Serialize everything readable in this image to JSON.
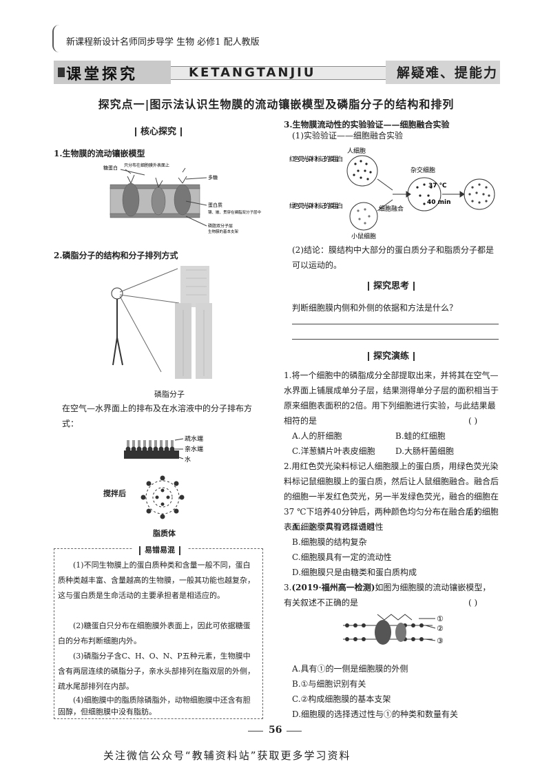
{
  "header": {
    "series_title": "新课程新设计名师同步导学 生物 必修1 配人教版",
    "band_title": "课堂探究",
    "band_latin": "KETANGTANJIU",
    "band_right": "解疑难、提能力"
  },
  "section": {
    "title": "探究点一|图示法认识生物膜的流动镶嵌模型及磷脂分子的结构和排列"
  },
  "left": {
    "core_title": "核心探究",
    "item1_title": "1.生物膜的流动镶嵌模型",
    "membrane_labels": [
      "糖蛋白",
      "只分布在细胞膜外表面上",
      "多糖",
      "蛋白质",
      "镶、嵌、贯穿在磷脂双分子层中",
      "磷脂双分子层",
      "生物膜的基本支架"
    ],
    "item2_title": "2.磷脂分子的结构和分子排列方式",
    "phospholipid_caption": "磷脂分子",
    "arrangement_text": "在空气—水界面上的排布及在水溶液中的分子排布方式：",
    "layer_labels": [
      "疏水端",
      "亲水端",
      "水"
    ],
    "stir_label": "搅拌后",
    "liposome_caption": "脂质体",
    "errors_title": "易错易混",
    "errors": [
      "(1)不同生物膜上的蛋白质种类和含量一般不同，蛋白质种类越丰富、含量越高的生物膜，一般其功能也越复杂，这与蛋白质是生命活动的主要承担者是相适应的。",
      "(2)糖蛋白只分布在细胞膜外表面上，因此可依据糖蛋白的分布判断细胞内外。",
      "(3)磷脂分子含C、H、O、N、P五种元素，生物膜中含有两层连续的磷脂分子，亲水头部排列在脂双层的外侧，疏水尾部排列在内部。",
      "(4)细胞膜中的脂质除磷脂外，动物细胞膜中还含有胆固醇，但细胞膜中没有脂肪。"
    ]
  },
  "right": {
    "item3_title": "3.生物膜流动性的实验验证——细胞融合实验",
    "exp_title": "(1)实验验证——细胞融合实验",
    "fig_labels": {
      "human_cell": "人细胞",
      "red_label": "红色荧光染料标记的膜蛋白",
      "hybrid": "杂交细胞",
      "temp": "37 ℃",
      "time": "40 min",
      "green_label": "绿色荧光染料标记的膜蛋白",
      "fusion": "细胞融合",
      "mouse_cell": "小鼠细胞"
    },
    "conclusion": "(2)结论：膜结构中大部分的蛋白质分子和脂质分子都是可以运动的。",
    "think_title": "探究思考",
    "think_question": "判断细胞膜内侧和外侧的依据和方法是什么？",
    "practice_title": "探究演练",
    "q1": {
      "stem": "1.将一个细胞中的磷脂成分全部提取出来，并将其在空气—水界面上铺展成单分子层，结果测得单分子层的面积相当于原来细胞表面积的2倍。用下列细胞进行实验，与此结果最相符的是",
      "paren": "(    )",
      "options": [
        "A.人的肝细胞",
        "B.蛙的红细胞",
        "C.洋葱鳞片叶表皮细胞",
        "D.大肠杆菌细胞"
      ]
    },
    "q2": {
      "stem": "2.用红色荧光染料标记人细胞膜上的蛋白质，用绿色荧光染料标记鼠细胞膜上的蛋白质，然后让人鼠细胞融合。融合后的细胞一半发红色荧光，另一半发绿色荧光，融合的细胞在37 ℃下培养40分钟后，两种颜色均匀分布在融合后的细胞表面。这个实验可以说明",
      "paren": "(    )",
      "options": [
        "A.细胞膜具有选择透过性",
        "B.细胞膜的结构复杂",
        "C.细胞膜具有一定的流动性",
        "D.细胞膜只是由糖类和蛋白质构成"
      ]
    },
    "q3": {
      "stem_prefix": "3.",
      "source": "(2019·福州高一检测)",
      "stem": "如图为细胞膜的流动镶嵌模型，有关叙述不正确的是",
      "paren": "(    )",
      "markers": [
        "①",
        "②",
        "③"
      ],
      "options": [
        "A.具有①的一侧是细胞膜的外侧",
        "B.①与细胞识别有关",
        "C.②构成细胞膜的基本支架",
        "D.细胞膜的选择透过性与①的种类和数量有关"
      ]
    }
  },
  "page_number": "56",
  "footer": "关注微信公众号“教辅资料站”获取更多学习资料"
}
